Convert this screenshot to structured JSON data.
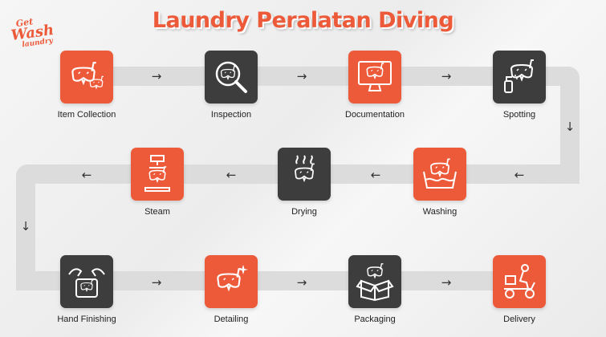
{
  "brand": {
    "line1": "Get",
    "line2": "Wash",
    "line3": "laundry"
  },
  "title": "Laundry Peralatan Diving",
  "colors": {
    "accent": "#ec5a3a",
    "dark_tile": "#3d3d3d",
    "track": "#dcdcdc"
  },
  "arrows": {
    "right": "→",
    "left": "←",
    "down": "↓"
  },
  "steps": [
    {
      "label": "Item Collection",
      "icon": "two-masks-icon",
      "tile": "orange"
    },
    {
      "label": "Inspection",
      "icon": "magnifier-mask-icon",
      "tile": "dark"
    },
    {
      "label": "Documentation",
      "icon": "monitor-mask-icon",
      "tile": "orange"
    },
    {
      "label": "Spotting",
      "icon": "spray-mask-icon",
      "tile": "dark"
    },
    {
      "label": "Washing",
      "icon": "basin-mask-icon",
      "tile": "orange"
    },
    {
      "label": "Drying",
      "icon": "drying-mask-icon",
      "tile": "dark"
    },
    {
      "label": "Steam",
      "icon": "steamer-mask-icon",
      "tile": "orange"
    },
    {
      "label": "Hand Finishing",
      "icon": "hands-mask-icon",
      "tile": "dark"
    },
    {
      "label": "Detailing",
      "icon": "sparkle-mask-icon",
      "tile": "orange"
    },
    {
      "label": "Packaging",
      "icon": "box-mask-icon",
      "tile": "dark"
    },
    {
      "label": "Delivery",
      "icon": "scooter-icon",
      "tile": "orange"
    }
  ]
}
